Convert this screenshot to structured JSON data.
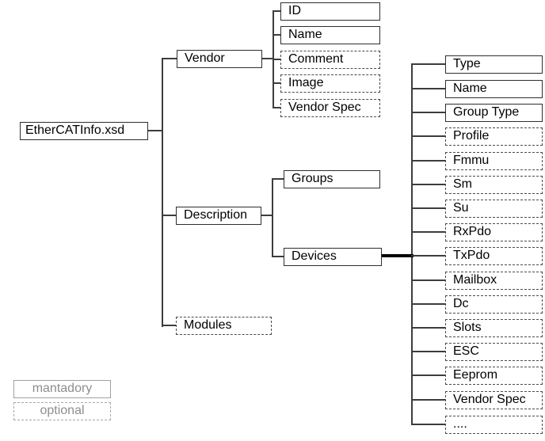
{
  "root": {
    "label": "EtherCATInfo.xsd",
    "optional": false
  },
  "children": [
    {
      "label": "Vendor",
      "optional": false
    },
    {
      "label": "Description",
      "optional": false
    },
    {
      "label": "Modules",
      "optional": true
    }
  ],
  "vendor_children": [
    {
      "label": "ID",
      "optional": false
    },
    {
      "label": "Name",
      "optional": false
    },
    {
      "label": "Comment",
      "optional": true
    },
    {
      "label": "Image",
      "optional": true
    },
    {
      "label": "Vendor Spec",
      "optional": true
    }
  ],
  "description_children": [
    {
      "label": "Groups",
      "optional": false
    },
    {
      "label": "Devices",
      "optional": false
    }
  ],
  "devices_children": [
    {
      "label": "Type",
      "optional": false
    },
    {
      "label": "Name",
      "optional": false
    },
    {
      "label": "Group Type",
      "optional": false
    },
    {
      "label": "Profile",
      "optional": true
    },
    {
      "label": "Fmmu",
      "optional": true
    },
    {
      "label": "Sm",
      "optional": true
    },
    {
      "label": "Su",
      "optional": true
    },
    {
      "label": "RxPdo",
      "optional": true
    },
    {
      "label": "TxPdo",
      "optional": true
    },
    {
      "label": "Mailbox",
      "optional": true
    },
    {
      "label": "Dc",
      "optional": true
    },
    {
      "label": "Slots",
      "optional": true
    },
    {
      "label": "ESC",
      "optional": true
    },
    {
      "label": "Eeprom",
      "optional": true
    },
    {
      "label": "Vendor Spec",
      "optional": true
    },
    {
      "label": "....",
      "optional": true
    }
  ],
  "legend": {
    "mandatory_label": "mantadory",
    "optional_label": "optional"
  },
  "colors": {
    "background": "#ffffff",
    "box_border": "#2e2e2e",
    "dashed_border": "#4a4a4a",
    "connector": "#3d3d3d",
    "thick_connector": "#000000",
    "legend_gray": "#8e8e8e",
    "text": "#000000"
  }
}
